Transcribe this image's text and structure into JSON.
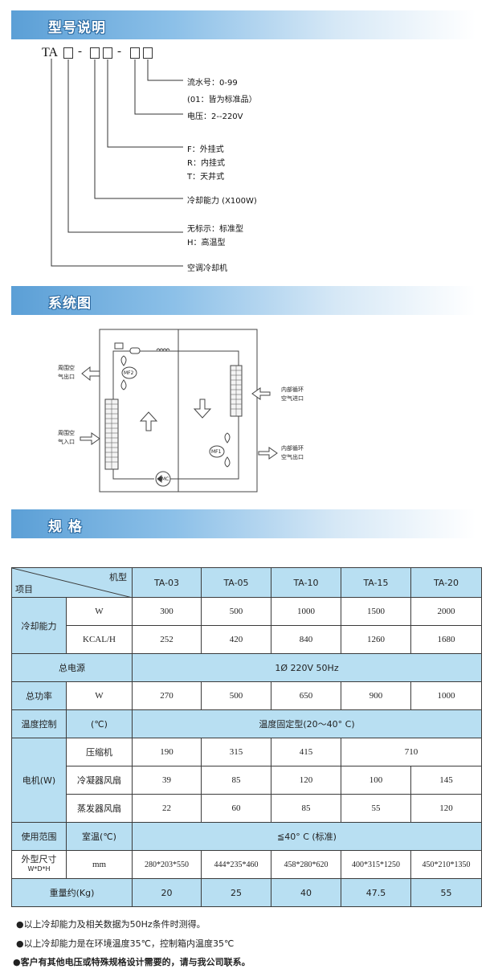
{
  "sections": {
    "model": "型号说明",
    "system": "系统图",
    "spec": "规  格"
  },
  "model_code": {
    "prefix": "TA",
    "dash": "-"
  },
  "model_desc": {
    "serial": "流水号：0-99",
    "serial_note": "(01：皆为标准品）",
    "voltage": "电压：2--220V",
    "mount_f": "F：外挂式",
    "mount_r": "R：内挂式",
    "mount_t": "T：天井式",
    "capacity": "冷却能力 (X100W)",
    "type_std": "无标示：标准型",
    "type_high": "H：高温型",
    "product": "空调冷却机"
  },
  "diagram": {
    "hot_out_1": "周围空",
    "hot_out_2": "气出口",
    "hot_in_1": "周围空",
    "hot_in_2": "气入口",
    "inner_in_1": "内部循环",
    "inner_in_2": "空气进口",
    "inner_out_1": "内部循环",
    "inner_out_2": "空气出口",
    "fan2": "MF2",
    "fan1": "MF1",
    "compressor": "MC"
  },
  "table": {
    "corner_top": "机型",
    "corner_bottom": "项目",
    "models": [
      "TA-03",
      "TA-05",
      "TA-10",
      "TA-15",
      "TA-20"
    ],
    "cooling": {
      "label": "冷却能力",
      "w_unit": "W",
      "w": [
        "300",
        "500",
        "1000",
        "1500",
        "2000"
      ],
      "kcal_unit": "KCAL/H",
      "kcal": [
        "252",
        "420",
        "840",
        "1260",
        "1680"
      ]
    },
    "power_supply": {
      "label": "总电源",
      "value": "1Ø 220V 50Hz"
    },
    "total_power": {
      "label": "总功率",
      "unit": "W",
      "values": [
        "270",
        "500",
        "650",
        "900",
        "1000"
      ]
    },
    "temp_control": {
      "label": "温度控制",
      "unit": "(℃)",
      "value": "温度固定型(20～40° C)"
    },
    "motor": {
      "label": "电机(W)",
      "compressor": {
        "label": "压缩机",
        "values": [
          "190",
          "315",
          "415",
          "710"
        ]
      },
      "condenser_fan": {
        "label": "冷凝器风扇",
        "values": [
          "39",
          "85",
          "120",
          "100",
          "145"
        ]
      },
      "evaporator_fan": {
        "label": "蒸发器风扇",
        "values": [
          "22",
          "60",
          "85",
          "55",
          "120"
        ]
      }
    },
    "range": {
      "label": "使用范围",
      "sub": "室温(℃)",
      "value": "≦40° C (标准)"
    },
    "size": {
      "label": "外型尺寸",
      "sub_label": "W*D*H",
      "unit": "mm",
      "values": [
        "280*203*550",
        "444*235*460",
        "458*280*620",
        "400*315*1250",
        "450*210*1350"
      ]
    },
    "weight": {
      "label": "重量约(Kg)",
      "values": [
        "20",
        "25",
        "40",
        "47.5",
        "55"
      ]
    }
  },
  "notes": [
    "●以上冷却能力及相关数据为50Hz条件时测得。",
    "●以上冷却能力是在环境温度35℃，控制箱内温度35℃",
    "●客户有其他电压或特殊规格设计需要的，请与我公司联系。"
  ]
}
